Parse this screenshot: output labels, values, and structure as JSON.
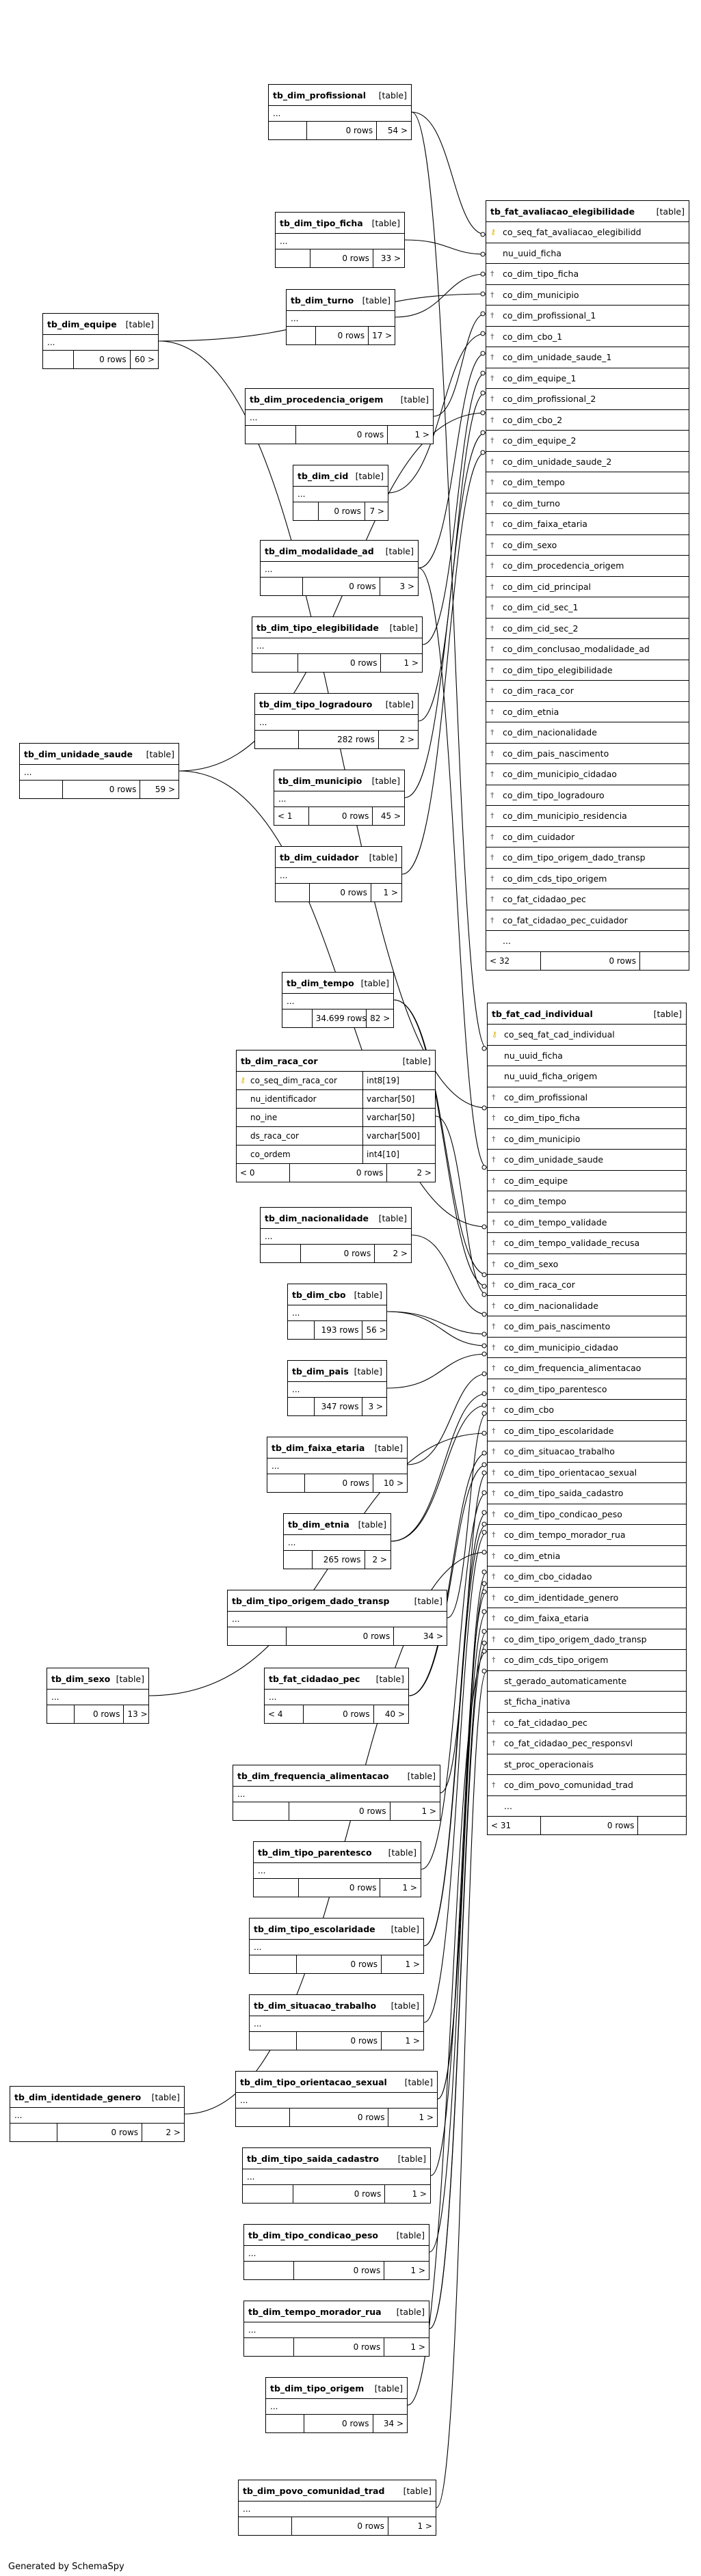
{
  "tables": [
    {
      "id": "profissional",
      "name": "tb_dim_profissional",
      "type": "[table]",
      "dots": "...",
      "foot": [
        "",
        "0 rows",
        "54 >"
      ]
    },
    {
      "id": "tipo_ficha",
      "name": "tb_dim_tipo_ficha",
      "type": "[table]",
      "dots": "...",
      "foot": [
        "",
        "0 rows",
        "33 >"
      ]
    },
    {
      "id": "turno",
      "name": "tb_dim_turno",
      "type": "[table]",
      "dots": "...",
      "foot": [
        "",
        "0 rows",
        "17 >"
      ]
    },
    {
      "id": "equipe",
      "name": "tb_dim_equipe",
      "type": "[table]",
      "dots": "...",
      "foot": [
        "",
        "0 rows",
        "60 >"
      ]
    },
    {
      "id": "procedencia_origem",
      "name": "tb_dim_procedencia_origem",
      "type": "[table]",
      "dots": "...",
      "foot": [
        "",
        "0 rows",
        "1 >"
      ]
    },
    {
      "id": "cid",
      "name": "tb_dim_cid",
      "type": "[table]",
      "dots": "...",
      "foot": [
        "",
        "0 rows",
        "7 >"
      ]
    },
    {
      "id": "modalidade_ad",
      "name": "tb_dim_modalidade_ad",
      "type": "[table]",
      "dots": "...",
      "foot": [
        "",
        "0 rows",
        "3 >"
      ]
    },
    {
      "id": "tipo_elegibilidade",
      "name": "tb_dim_tipo_elegibilidade",
      "type": "[table]",
      "dots": "...",
      "foot": [
        "",
        "0 rows",
        "1 >"
      ]
    },
    {
      "id": "tipo_logradouro",
      "name": "tb_dim_tipo_logradouro",
      "type": "[table]",
      "dots": "...",
      "foot": [
        "",
        "282 rows",
        "2 >"
      ]
    },
    {
      "id": "unidade_saude",
      "name": "tb_dim_unidade_saude",
      "type": "[table]",
      "dots": "...",
      "foot": [
        "",
        "0 rows",
        "59 >"
      ]
    },
    {
      "id": "municipio",
      "name": "tb_dim_municipio",
      "type": "[table]",
      "dots": "...",
      "foot": [
        "< 1",
        "0 rows",
        "45 >"
      ]
    },
    {
      "id": "cuidador",
      "name": "tb_dim_cuidador",
      "type": "[table]",
      "dots": "...",
      "foot": [
        "",
        "0 rows",
        "1 >"
      ]
    },
    {
      "id": "tempo",
      "name": "tb_dim_tempo",
      "type": "[table]",
      "dots": "...",
      "foot": [
        "",
        "34.699 rows",
        "82 >"
      ]
    },
    {
      "id": "nacionalidade",
      "name": "tb_dim_nacionalidade",
      "type": "[table]",
      "dots": "...",
      "foot": [
        "",
        "0 rows",
        "2 >"
      ]
    },
    {
      "id": "cbo",
      "name": "tb_dim_cbo",
      "type": "[table]",
      "dots": "...",
      "foot": [
        "",
        "193 rows",
        "56 >"
      ]
    },
    {
      "id": "pais",
      "name": "tb_dim_pais",
      "type": "[table]",
      "dots": "...",
      "foot": [
        "",
        "347 rows",
        "3 >"
      ]
    },
    {
      "id": "faixa_etaria",
      "name": "tb_dim_faixa_etaria",
      "type": "[table]",
      "dots": "...",
      "foot": [
        "",
        "0 rows",
        "10 >"
      ]
    },
    {
      "id": "etnia",
      "name": "tb_dim_etnia",
      "type": "[table]",
      "dots": "...",
      "foot": [
        "",
        "265 rows",
        "2 >"
      ]
    },
    {
      "id": "tipo_origem_dado_transp",
      "name": "tb_dim_tipo_origem_dado_transp",
      "type": "[table]",
      "dots": "...",
      "foot": [
        "",
        "0 rows",
        "34 >"
      ]
    },
    {
      "id": "sexo",
      "name": "tb_dim_sexo",
      "type": "[table]",
      "dots": "...",
      "foot": [
        "",
        "0 rows",
        "13 >"
      ]
    },
    {
      "id": "cidadao_pec",
      "name": "tb_fat_cidadao_pec",
      "type": "[table]",
      "dots": "...",
      "foot": [
        "< 4",
        "0 rows",
        "40 >"
      ]
    },
    {
      "id": "frequencia_alimentacao",
      "name": "tb_dim_frequencia_alimentacao",
      "type": "[table]",
      "dots": "...",
      "foot": [
        "",
        "0 rows",
        "1 >"
      ]
    },
    {
      "id": "tipo_parentesco",
      "name": "tb_dim_tipo_parentesco",
      "type": "[table]",
      "dots": "...",
      "foot": [
        "",
        "0 rows",
        "1 >"
      ]
    },
    {
      "id": "tipo_escolaridade",
      "name": "tb_dim_tipo_escolaridade",
      "type": "[table]",
      "dots": "...",
      "foot": [
        "",
        "0 rows",
        "1 >"
      ]
    },
    {
      "id": "situacao_trabalho",
      "name": "tb_dim_situacao_trabalho",
      "type": "[table]",
      "dots": "...",
      "foot": [
        "",
        "0 rows",
        "1 >"
      ]
    },
    {
      "id": "identidade_genero",
      "name": "tb_dim_identidade_genero",
      "type": "[table]",
      "dots": "...",
      "foot": [
        "",
        "0 rows",
        "2 >"
      ]
    },
    {
      "id": "tipo_orientacao_sexual",
      "name": "tb_dim_tipo_orientacao_sexual",
      "type": "[table]",
      "dots": "...",
      "foot": [
        "",
        "0 rows",
        "1 >"
      ]
    },
    {
      "id": "tipo_saida_cadastro",
      "name": "tb_dim_tipo_saida_cadastro",
      "type": "[table]",
      "dots": "...",
      "foot": [
        "",
        "0 rows",
        "1 >"
      ]
    },
    {
      "id": "tipo_condicao_peso",
      "name": "tb_dim_tipo_condicao_peso",
      "type": "[table]",
      "dots": "...",
      "foot": [
        "",
        "0 rows",
        "1 >"
      ]
    },
    {
      "id": "tempo_morador_rua",
      "name": "tb_dim_tempo_morador_rua",
      "type": "[table]",
      "dots": "...",
      "foot": [
        "",
        "0 rows",
        "1 >"
      ]
    },
    {
      "id": "tipo_origem",
      "name": "tb_dim_tipo_origem",
      "type": "[table]",
      "dots": "...",
      "foot": [
        "",
        "0 rows",
        "34 >"
      ]
    },
    {
      "id": "povo_comunidad_trad",
      "name": "tb_dim_povo_comunidad_trad",
      "type": "[table]",
      "dots": "...",
      "foot": [
        "",
        "0 rows",
        "1 >"
      ]
    }
  ],
  "raca_cor": {
    "name": "tb_dim_raca_cor",
    "type": "[table]",
    "columns": [
      {
        "name": "co_seq_dim_raca_cor",
        "type": "int8[19]",
        "key": "pk"
      },
      {
        "name": "nu_identificador",
        "type": "varchar[50]",
        "key": ""
      },
      {
        "name": "no_ine",
        "type": "varchar[50]",
        "key": ""
      },
      {
        "name": "ds_raca_cor",
        "type": "varchar[500]",
        "key": ""
      },
      {
        "name": "co_ordem",
        "type": "int4[10]",
        "key": ""
      }
    ],
    "foot": [
      "< 0",
      "0 rows",
      "2 >"
    ]
  },
  "fat_avaliacao": {
    "name": "tb_fat_avaliacao_elegibilidade",
    "type": "[table]",
    "columns": [
      {
        "name": "co_seq_fat_avaliacao_elegibilidd",
        "key": "pk"
      },
      {
        "name": "nu_uuid_ficha",
        "key": ""
      },
      {
        "name": "co_dim_tipo_ficha",
        "key": "fk"
      },
      {
        "name": "co_dim_municipio",
        "key": "fk"
      },
      {
        "name": "co_dim_profissional_1",
        "key": "fk"
      },
      {
        "name": "co_dim_cbo_1",
        "key": "fk"
      },
      {
        "name": "co_dim_unidade_saude_1",
        "key": "fk"
      },
      {
        "name": "co_dim_equipe_1",
        "key": "fk"
      },
      {
        "name": "co_dim_profissional_2",
        "key": "fk"
      },
      {
        "name": "co_dim_cbo_2",
        "key": "fk"
      },
      {
        "name": "co_dim_equipe_2",
        "key": "fk"
      },
      {
        "name": "co_dim_unidade_saude_2",
        "key": "fk"
      },
      {
        "name": "co_dim_tempo",
        "key": "fk"
      },
      {
        "name": "co_dim_turno",
        "key": "fk"
      },
      {
        "name": "co_dim_faixa_etaria",
        "key": "fk"
      },
      {
        "name": "co_dim_sexo",
        "key": "fk"
      },
      {
        "name": "co_dim_procedencia_origem",
        "key": "fk"
      },
      {
        "name": "co_dim_cid_principal",
        "key": "fk"
      },
      {
        "name": "co_dim_cid_sec_1",
        "key": "fk"
      },
      {
        "name": "co_dim_cid_sec_2",
        "key": "fk"
      },
      {
        "name": "co_dim_conclusao_modalidade_ad",
        "key": "fk"
      },
      {
        "name": "co_dim_tipo_elegibilidade",
        "key": "fk"
      },
      {
        "name": "co_dim_raca_cor",
        "key": "fk"
      },
      {
        "name": "co_dim_etnia",
        "key": "fk"
      },
      {
        "name": "co_dim_nacionalidade",
        "key": "fk"
      },
      {
        "name": "co_dim_pais_nascimento",
        "key": "fk"
      },
      {
        "name": "co_dim_municipio_cidadao",
        "key": "fk"
      },
      {
        "name": "co_dim_tipo_logradouro",
        "key": "fk"
      },
      {
        "name": "co_dim_municipio_residencia",
        "key": "fk"
      },
      {
        "name": "co_dim_cuidador",
        "key": "fk"
      },
      {
        "name": "co_dim_tipo_origem_dado_transp",
        "key": "fk"
      },
      {
        "name": "co_dim_cds_tipo_origem",
        "key": "fk"
      },
      {
        "name": "co_fat_cidadao_pec",
        "key": "fk"
      },
      {
        "name": "co_fat_cidadao_pec_cuidador",
        "key": "fk"
      },
      {
        "name": "...",
        "key": ""
      }
    ],
    "foot": [
      "< 32",
      "0 rows",
      ""
    ]
  },
  "fat_cad": {
    "name": "tb_fat_cad_individual",
    "type": "[table]",
    "columns": [
      {
        "name": "co_seq_fat_cad_individual",
        "key": "pk"
      },
      {
        "name": "nu_uuid_ficha",
        "key": ""
      },
      {
        "name": "nu_uuid_ficha_origem",
        "key": ""
      },
      {
        "name": "co_dim_profissional",
        "key": "fk"
      },
      {
        "name": "co_dim_tipo_ficha",
        "key": "fk"
      },
      {
        "name": "co_dim_municipio",
        "key": "fk"
      },
      {
        "name": "co_dim_unidade_saude",
        "key": "fk"
      },
      {
        "name": "co_dim_equipe",
        "key": "fk"
      },
      {
        "name": "co_dim_tempo",
        "key": "fk"
      },
      {
        "name": "co_dim_tempo_validade",
        "key": "fk"
      },
      {
        "name": "co_dim_tempo_validade_recusa",
        "key": "fk"
      },
      {
        "name": "co_dim_sexo",
        "key": "fk"
      },
      {
        "name": "co_dim_raca_cor",
        "key": "fk"
      },
      {
        "name": "co_dim_nacionalidade",
        "key": "fk"
      },
      {
        "name": "co_dim_pais_nascimento",
        "key": "fk"
      },
      {
        "name": "co_dim_municipio_cidadao",
        "key": "fk"
      },
      {
        "name": "co_dim_frequencia_alimentacao",
        "key": "fk"
      },
      {
        "name": "co_dim_tipo_parentesco",
        "key": "fk"
      },
      {
        "name": "co_dim_cbo",
        "key": "fk"
      },
      {
        "name": "co_dim_tipo_escolaridade",
        "key": "fk"
      },
      {
        "name": "co_dim_situacao_trabalho",
        "key": "fk"
      },
      {
        "name": "co_dim_tipo_orientacao_sexual",
        "key": "fk"
      },
      {
        "name": "co_dim_tipo_saida_cadastro",
        "key": "fk"
      },
      {
        "name": "co_dim_tipo_condicao_peso",
        "key": "fk"
      },
      {
        "name": "co_dim_tempo_morador_rua",
        "key": "fk"
      },
      {
        "name": "co_dim_etnia",
        "key": "fk"
      },
      {
        "name": "co_dim_cbo_cidadao",
        "key": "fk"
      },
      {
        "name": "co_dim_identidade_genero",
        "key": "fk"
      },
      {
        "name": "co_dim_faixa_etaria",
        "key": "fk"
      },
      {
        "name": "co_dim_tipo_origem_dado_transp",
        "key": "fk"
      },
      {
        "name": "co_dim_cds_tipo_origem",
        "key": "fk"
      },
      {
        "name": "st_gerado_automaticamente",
        "key": ""
      },
      {
        "name": "st_ficha_inativa",
        "key": ""
      },
      {
        "name": "co_fat_cidadao_pec",
        "key": "fk"
      },
      {
        "name": "co_fat_cidadao_pec_responsvl",
        "key": "fk"
      },
      {
        "name": "st_proc_operacionais",
        "key": ""
      },
      {
        "name": "co_dim_povo_comunidad_trad",
        "key": "fk"
      },
      {
        "name": "...",
        "key": ""
      }
    ],
    "foot": [
      "< 31",
      "0 rows",
      ""
    ]
  },
  "footer": "Generated by SchemaSpy",
  "glyphs": {
    "pk_key": "⚷",
    "fk_key": "†"
  }
}
